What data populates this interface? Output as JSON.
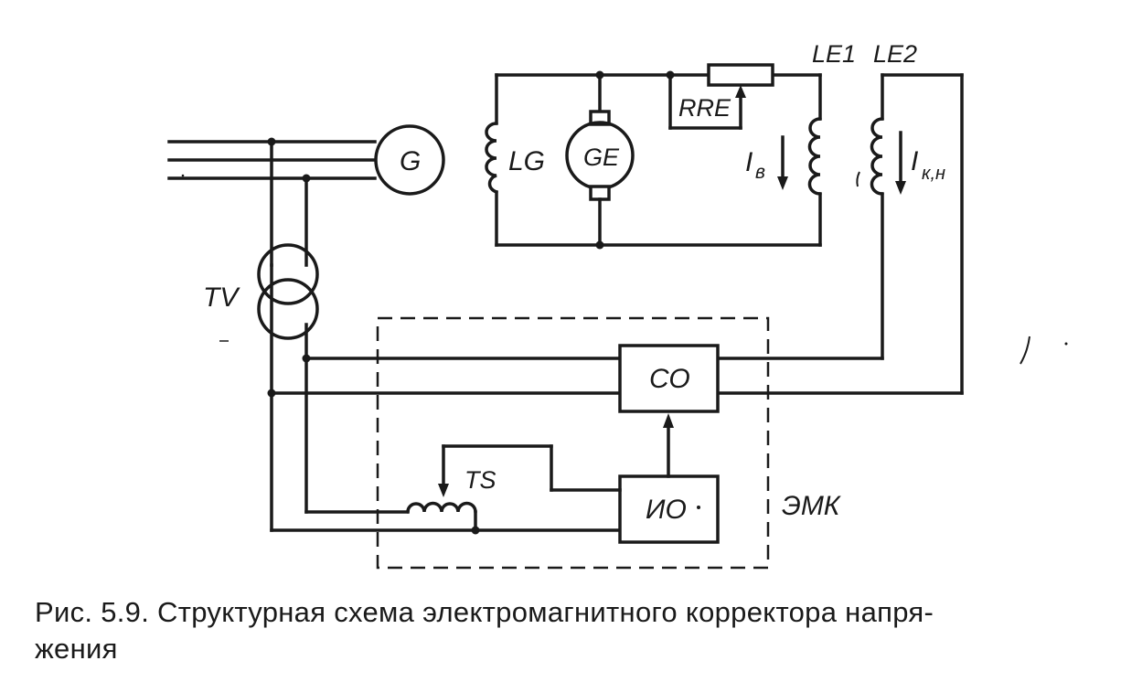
{
  "labels": {
    "G": "G",
    "GE": "GE",
    "LG": "LG",
    "RRE": "RRE",
    "I_b_main": "I",
    "I_b_sub": "в",
    "LE1": "LE1",
    "LE2": "LE2",
    "I_kn_main": "I",
    "I_kn_sub": "к,н",
    "TV": "TV",
    "CO": "СО",
    "TS": "TS",
    "IO": "ИО",
    "EMK": "ЭМК"
  },
  "caption": {
    "line1": "Рис. 5.9. Структурная схема электромагнитного корректора напря-",
    "line2": "жения"
  }
}
